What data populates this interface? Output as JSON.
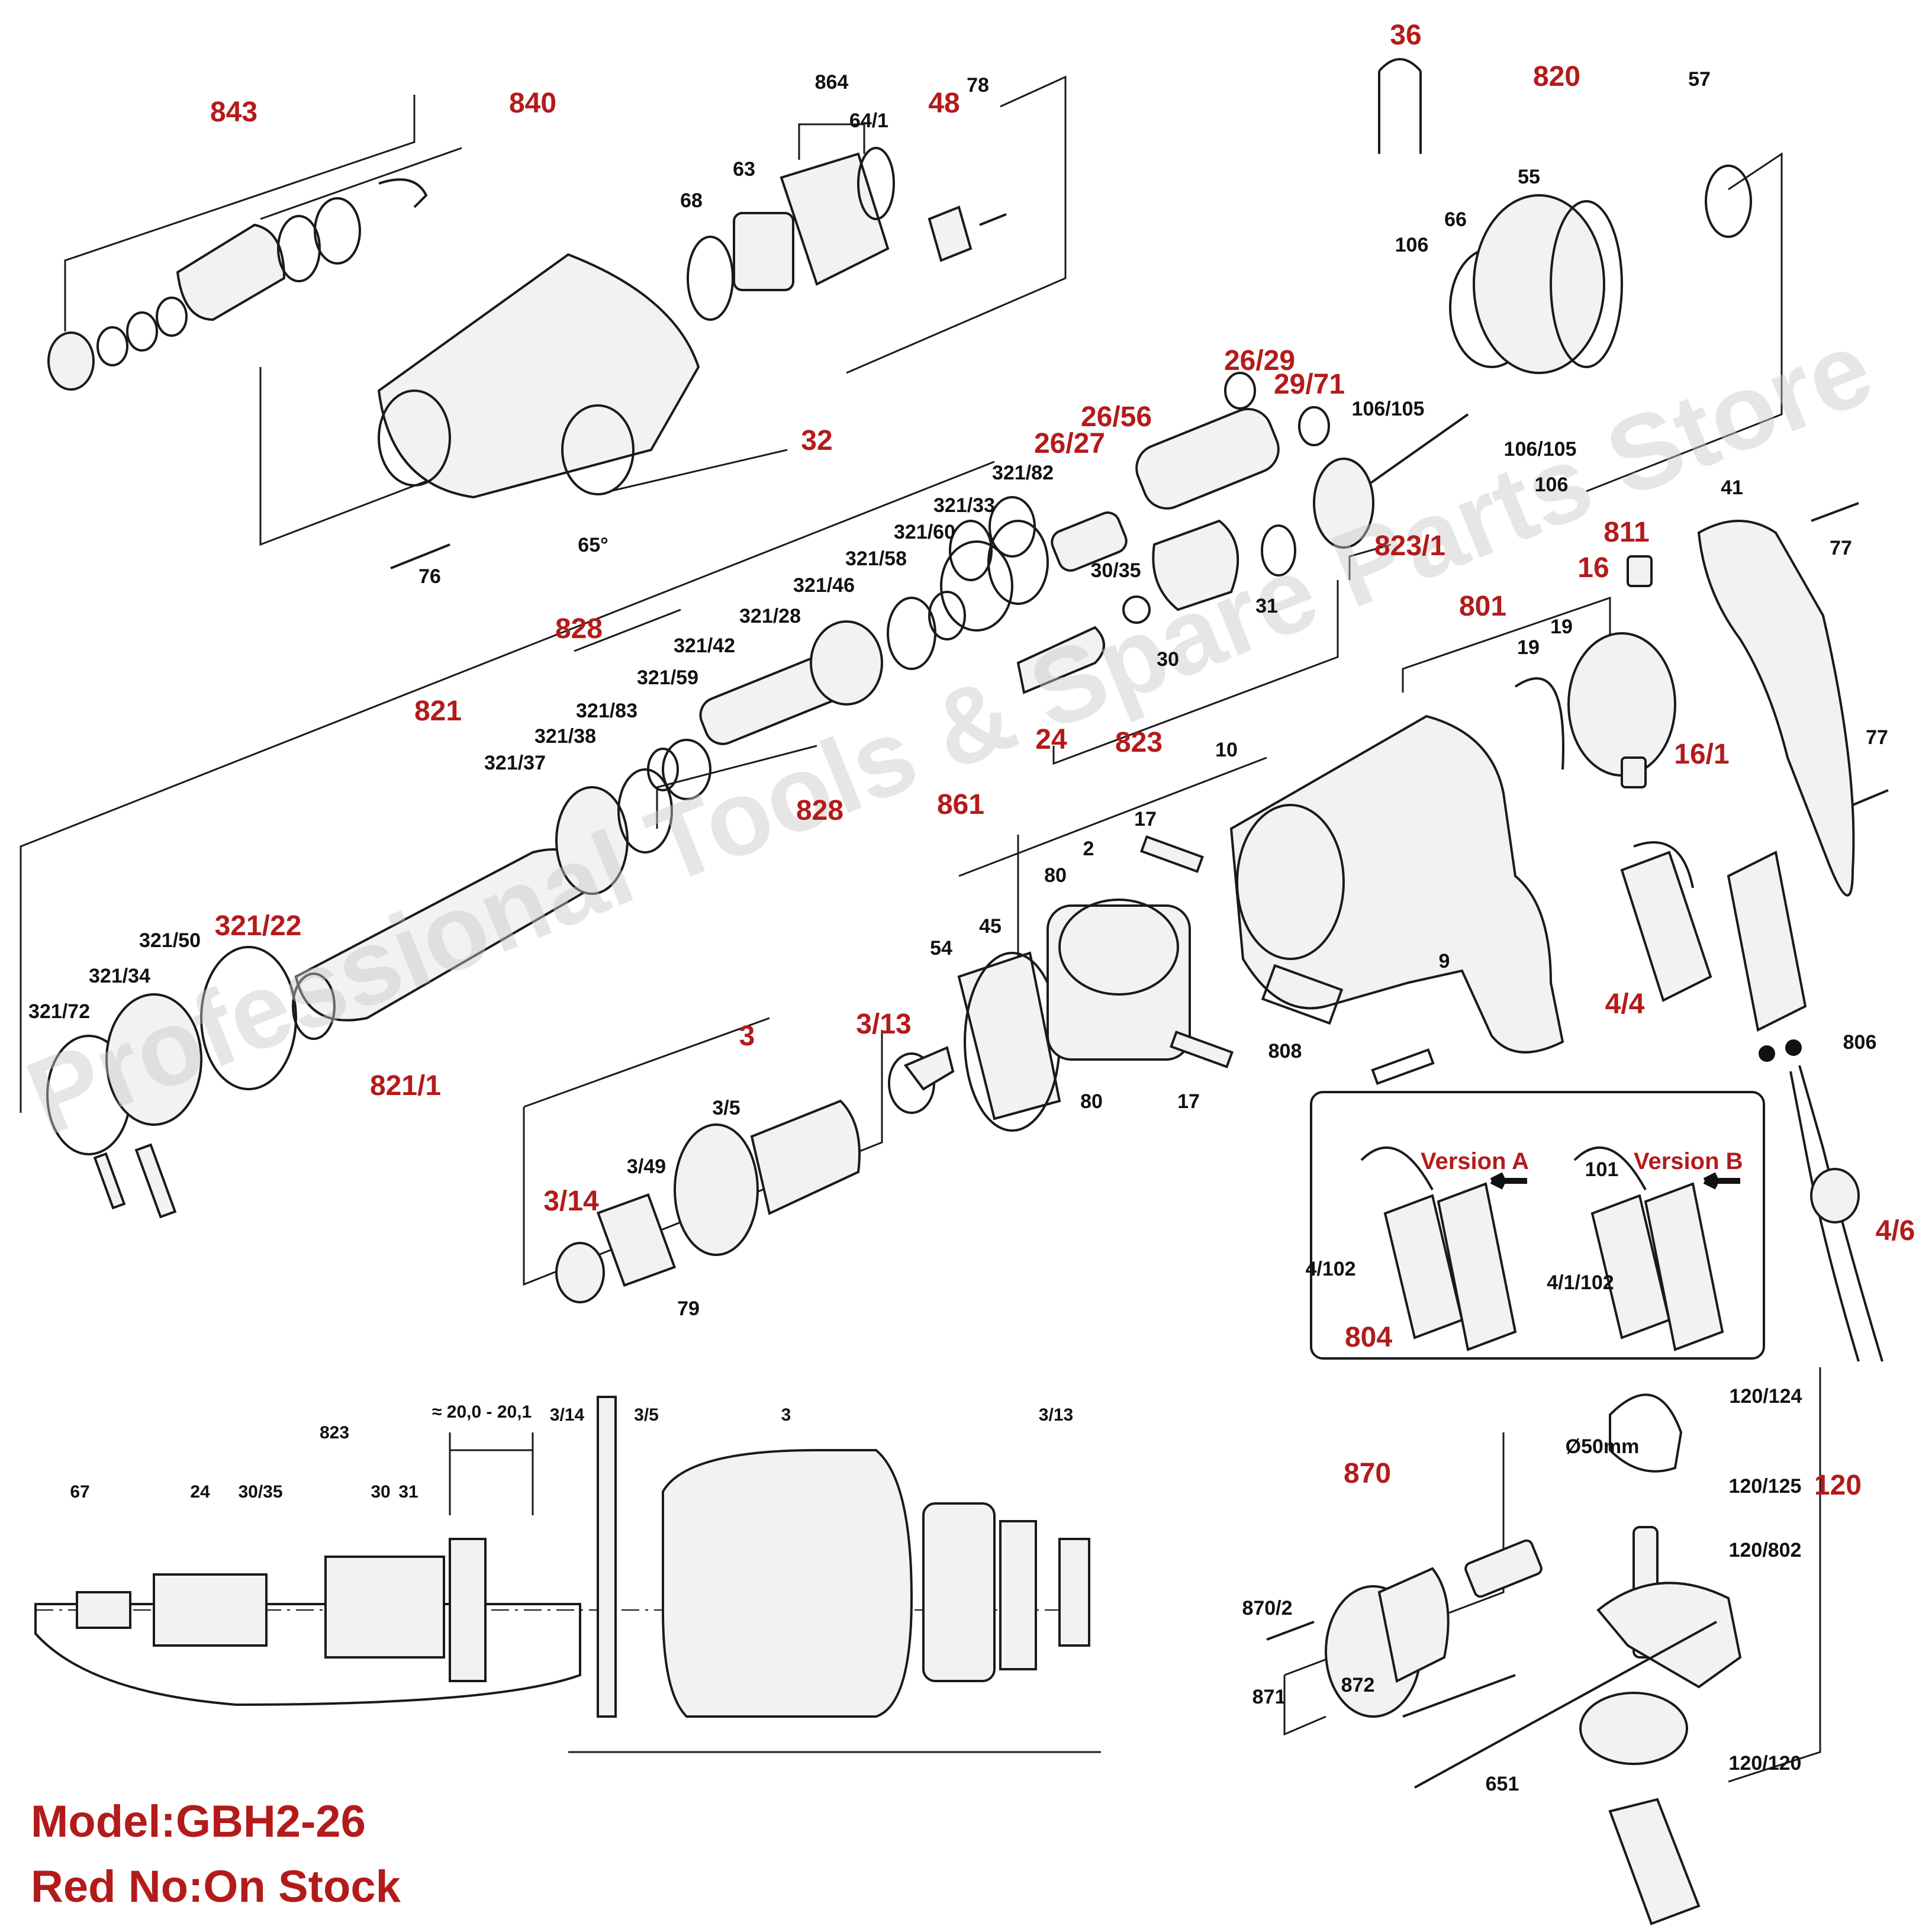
{
  "watermark": "Professional Tools & Spare Parts Store",
  "footer": {
    "model": "Model:GBH2-26",
    "stock_note": "Red No:On Stock"
  },
  "inset": {
    "version_a": "Version A",
    "version_b": "Version B"
  },
  "section_view": {
    "dimension": "≈ 20,0 - 20,1",
    "labels": [
      "67",
      "24",
      "30/35",
      "823",
      "30",
      "31",
      "3/14",
      "3/5",
      "3",
      "3/13"
    ]
  },
  "callouts_red": [
    "843",
    "840",
    "48",
    "36",
    "820",
    "32",
    "26/29",
    "29/71",
    "26/56",
    "26/27",
    "823/1",
    "811",
    "16",
    "801",
    "828",
    "821",
    "321/22",
    "821/1",
    "3",
    "3/13",
    "3/14",
    "24",
    "823",
    "861",
    "828",
    "16/1",
    "4/4",
    "4/6",
    "804",
    "870",
    "120"
  ],
  "callouts_black": [
    "864",
    "64/1",
    "78",
    "68",
    "63",
    "57",
    "55",
    "66",
    "106",
    "106/105",
    "106/105",
    "106",
    "76",
    "65°",
    "321/82",
    "321/33",
    "321/60",
    "321/58",
    "321/46",
    "321/28",
    "321/42",
    "321/59",
    "321/83",
    "321/38",
    "321/37",
    "321/50",
    "321/34",
    "321/72",
    "30/35",
    "31",
    "30",
    "19",
    "19",
    "41",
    "77",
    "77",
    "10",
    "17",
    "2",
    "80",
    "45",
    "54",
    "9",
    "808",
    "80",
    "17",
    "3/5",
    "3/49",
    "79",
    "806",
    "101",
    "4/102",
    "4/1/102",
    "120/124",
    "Ø50mm",
    "120/125",
    "120/802",
    "870/2",
    "871",
    "872",
    "651",
    "120/120"
  ]
}
